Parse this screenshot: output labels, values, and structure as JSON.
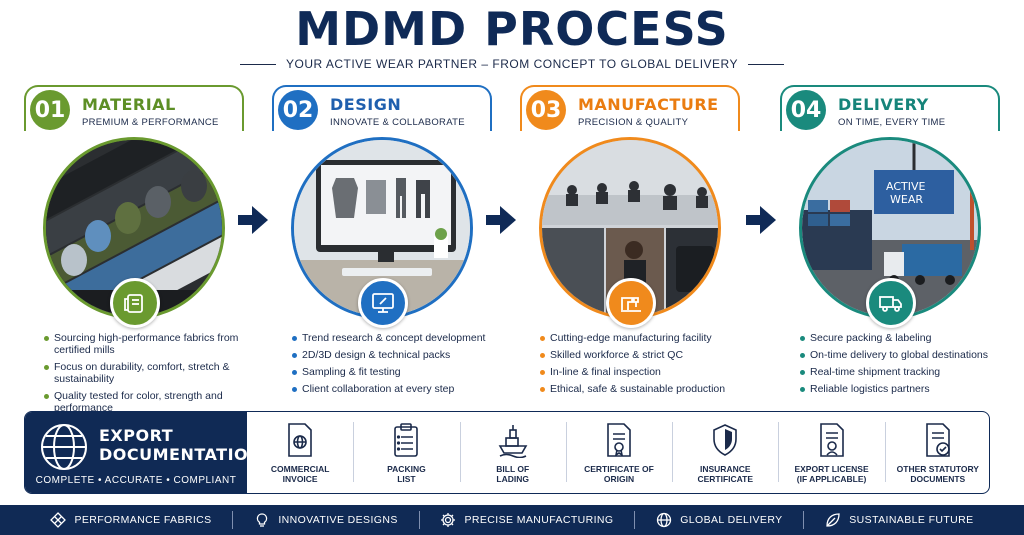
{
  "header": {
    "title": "MDMD PROCESS",
    "subtitle": "YOUR ACTIVE WEAR PARTNER – FROM CONCEPT TO GLOBAL DELIVERY"
  },
  "steps": [
    {
      "number": "01",
      "title": "MATERIAL",
      "subtitle": "PREMIUM & PERFORMANCE",
      "color": "#6a9a2f",
      "icon": "fabric-roll-icon",
      "bullets": [
        "Sourcing high-performance fabrics from certified mills",
        "Focus on durability, comfort, stretch & sustainability",
        "Quality tested for color, strength and performance"
      ]
    },
    {
      "number": "02",
      "title": "DESIGN",
      "subtitle": "INNOVATE & COLLABORATE",
      "color": "#1f6fc2",
      "icon": "design-monitor-icon",
      "bullets": [
        "Trend research & concept development",
        "2D/3D design & technical packs",
        "Sampling & fit testing",
        "Client collaboration at every step"
      ]
    },
    {
      "number": "03",
      "title": "MANUFACTURE",
      "subtitle": "PRECISION & QUALITY",
      "color": "#f08a1c",
      "icon": "sewing-machine-icon",
      "bullets": [
        "Cutting-edge manufacturing facility",
        "Skilled workforce & strict QC",
        "In-line & final inspection",
        "Ethical, safe & sustainable production"
      ]
    },
    {
      "number": "04",
      "title": "DELIVERY",
      "subtitle": "ON TIME, EVERY TIME",
      "color": "#1a8a7d",
      "icon": "truck-icon",
      "bullets": [
        "Secure packing & labeling",
        "On-time delivery to global destinations",
        "Real-time shipment tracking",
        "Reliable logistics partners"
      ],
      "container_text": "ACTIVE\nWEAR"
    }
  ],
  "export": {
    "title_line1": "EXPORT",
    "title_line2": "DOCUMENTATION",
    "tagline": "COMPLETE  •  ACCURATE  •  COMPLIANT",
    "documents": [
      {
        "label": "COMMERCIAL\nINVOICE",
        "icon": "invoice-icon"
      },
      {
        "label": "PACKING\nLIST",
        "icon": "clipboard-icon"
      },
      {
        "label": "BILL OF\nLADING",
        "icon": "ship-icon"
      },
      {
        "label": "CERTIFICATE OF\nORIGIN",
        "icon": "certificate-icon"
      },
      {
        "label": "INSURANCE\nCERTIFICATE",
        "icon": "shield-icon"
      },
      {
        "label": "EXPORT LICENSE\n(IF APPLICABLE)",
        "icon": "license-icon"
      },
      {
        "label": "OTHER STATUTORY\nDOCUMENTS",
        "icon": "document-check-icon"
      }
    ]
  },
  "footer": [
    {
      "label": "PERFORMANCE FABRICS",
      "icon": "fabric-pattern-icon"
    },
    {
      "label": "INNOVATIVE DESIGNS",
      "icon": "lightbulb-icon"
    },
    {
      "label": "PRECISE MANUFACTURING",
      "icon": "gear-icon"
    },
    {
      "label": "GLOBAL DELIVERY",
      "icon": "globe-icon"
    },
    {
      "label": "SUSTAINABLE FUTURE",
      "icon": "leaf-icon"
    }
  ]
}
